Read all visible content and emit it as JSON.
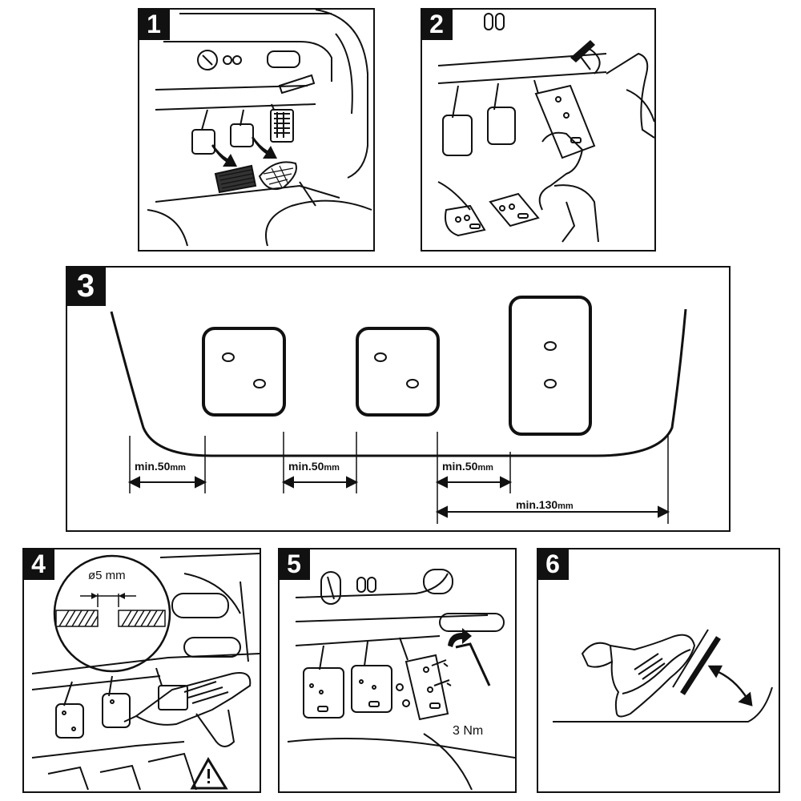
{
  "steps": [
    {
      "number": "1"
    },
    {
      "number": "2"
    },
    {
      "number": "3"
    },
    {
      "number": "4"
    },
    {
      "number": "5"
    },
    {
      "number": "6"
    }
  ],
  "step3": {
    "dimensions": [
      {
        "value": "min.50",
        "unit": "mm"
      },
      {
        "value": "min.50",
        "unit": "mm"
      },
      {
        "value": "min.50",
        "unit": "mm"
      },
      {
        "value": "min.130",
        "unit": "mm"
      }
    ]
  },
  "step4": {
    "drill_diameter": "ø5 mm",
    "warning_icon": "warning-triangle-icon"
  },
  "step5": {
    "torque": "3 Nm"
  },
  "colors": {
    "line": "#111111",
    "background": "#ffffff"
  }
}
